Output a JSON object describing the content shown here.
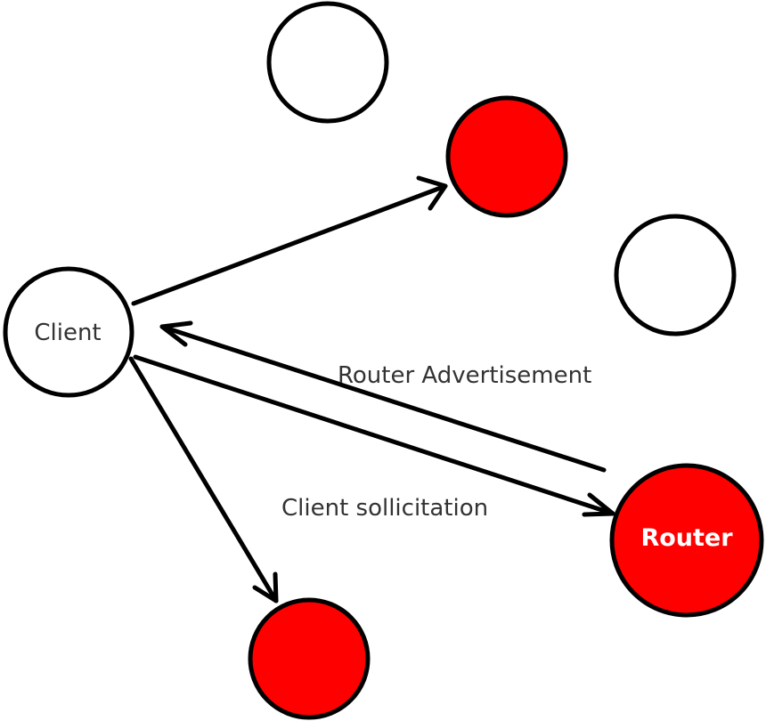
{
  "colors": {
    "active_node": "#ff0000",
    "idle_node": "#ffffff",
    "stroke": "#000000"
  },
  "nodes": {
    "client": {
      "label": "Client",
      "fill": "#ffffff"
    },
    "router": {
      "label": "Router",
      "fill": "#ff0000"
    },
    "peer_top": {
      "fill": "#ffffff"
    },
    "peer_upper_red": {
      "fill": "#ff0000"
    },
    "peer_right": {
      "fill": "#ffffff"
    },
    "peer_bottom_red": {
      "fill": "#ff0000"
    }
  },
  "edges": {
    "router_advertisement": {
      "label": "Router Advertisement",
      "from": "router",
      "to": "client"
    },
    "client_solicitation": {
      "label": "Client sollicitation",
      "from": "client",
      "to": "router"
    },
    "client_to_upper_red": {
      "from": "client",
      "to": "peer_upper_red"
    },
    "client_to_bottom_red": {
      "from": "client",
      "to": "peer_bottom_red"
    }
  }
}
